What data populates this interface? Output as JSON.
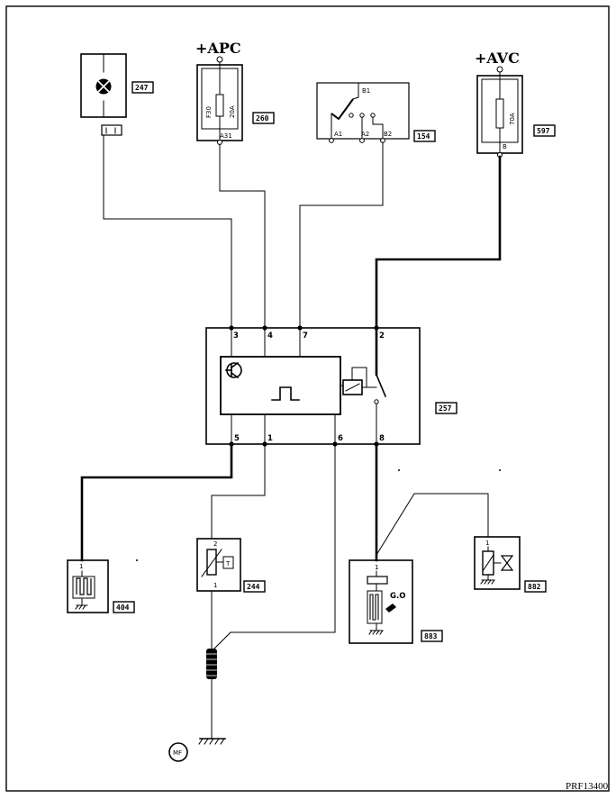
{
  "supplies": {
    "apc": "+APC",
    "avc": "+AVC"
  },
  "components": {
    "lamp": "247",
    "fuse_apc": "260",
    "switch": "154",
    "fuse_avc": "597",
    "module": "257",
    "sensor_left": "404",
    "thermistor": "244",
    "sensor_gd": "883",
    "valve": "882",
    "ground": "MF"
  },
  "fuse_apc": {
    "name": "F30",
    "rating": "20A",
    "pin": "A31"
  },
  "fuse_avc": {
    "rating": "70A",
    "pin": "B"
  },
  "switch_pins": {
    "b1": "B1",
    "a1": "A1",
    "a2": "A2",
    "b2": "B2"
  },
  "module_pins": {
    "p3": "3",
    "p4": "4",
    "p7": "7",
    "p2": "2",
    "p5": "5",
    "p1": "1",
    "p6": "6",
    "p8": "8"
  },
  "connector_pins": {
    "thermistor_top": "2",
    "thermistor_bottom": "1",
    "thermistor_tag": "T",
    "left_sensor": "1",
    "gd_sensor": "1",
    "valve": "1",
    "gd_label": "G.O"
  },
  "reference": "PRF13400"
}
